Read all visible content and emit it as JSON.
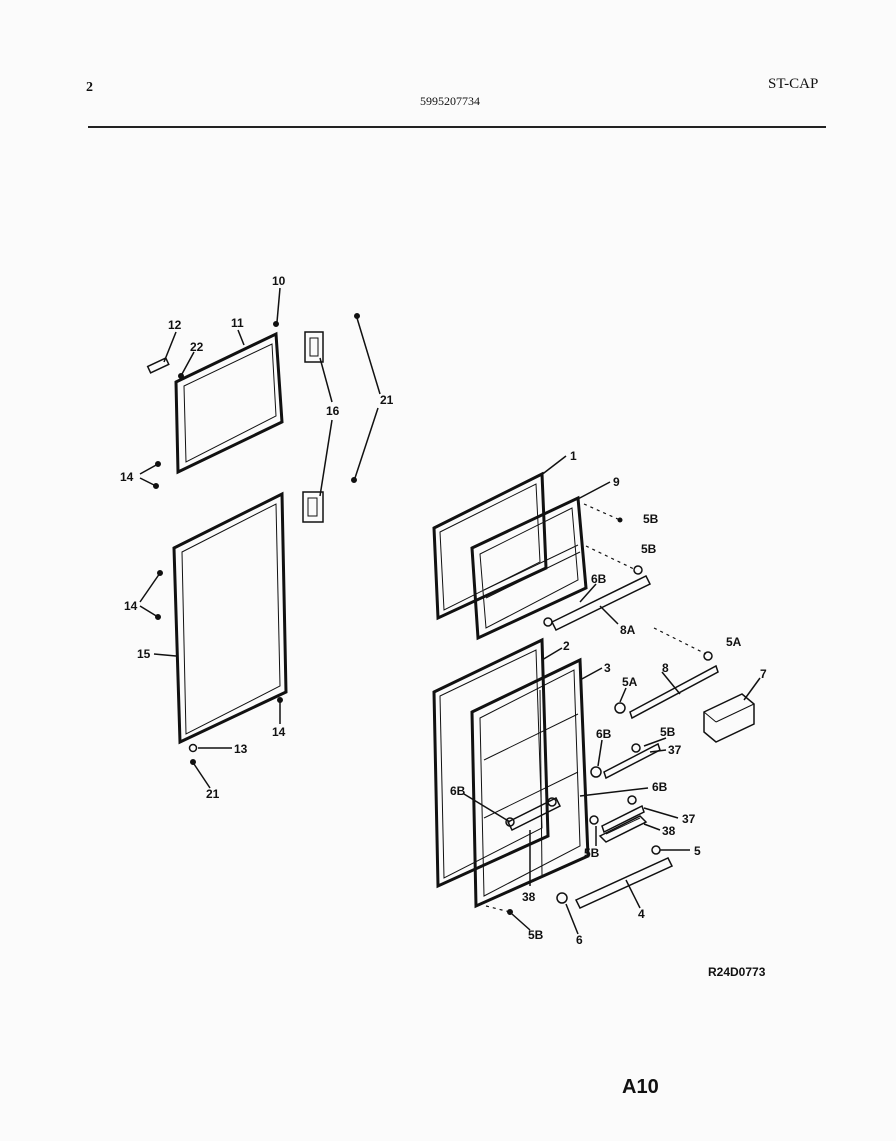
{
  "header": {
    "page_number": "2",
    "part_number": "5995207734",
    "model_code": "ST-CAP"
  },
  "footer": {
    "diagram_id": "R24D0773",
    "page_code": "A10"
  },
  "callouts": {
    "c1": "1",
    "c2": "2",
    "c3": "3",
    "c4": "4",
    "c5": "5",
    "c5a_top": "5A",
    "c5a_mid": "5A",
    "c5b_top": "5B",
    "c5b_mid": "5B",
    "c5b_a": "5B",
    "c5b_b": "5B",
    "c5b_c": "5B",
    "c6": "6",
    "c6b_a": "6B",
    "c6b_b": "6B",
    "c6b_c": "6B",
    "c6b_d": "6B",
    "c7": "7",
    "c8": "8",
    "c8a": "8A",
    "c9": "9",
    "c10": "10",
    "c11": "11",
    "c12": "12",
    "c13": "13",
    "c14_a": "14",
    "c14_b": "14",
    "c14_c": "14",
    "c15": "15",
    "c16": "16",
    "c21_a": "21",
    "c21_b": "21",
    "c22": "22",
    "c37_a": "37",
    "c37_b": "37",
    "c38_a": "38",
    "c38_b": "38"
  }
}
